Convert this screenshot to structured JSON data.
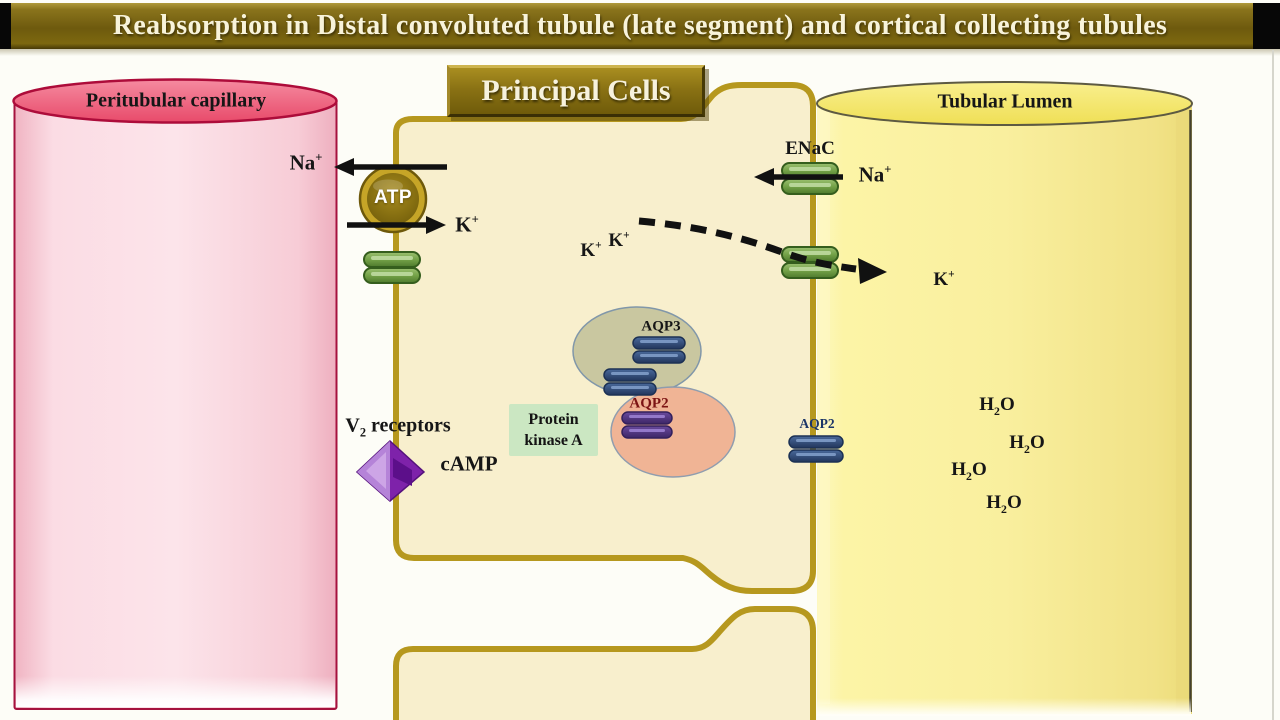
{
  "title": "Reabsorption in Distal convoluted tubule (late segment) and cortical collecting tubules",
  "compartments": {
    "capillary": "Peritubular capillary",
    "cell": "Principal Cells",
    "lumen": "Tubular Lumen"
  },
  "ions": {
    "na": {
      "base": "Na",
      "sup": "+"
    },
    "k": {
      "base": "K",
      "sup": "+"
    },
    "h2o": {
      "base": "H",
      "sub": "2",
      "rest": "O"
    }
  },
  "molecules": {
    "atp": "ATP",
    "enac": "ENaC",
    "aqp3": "AQP3",
    "aqp2_vesicle": "AQP2",
    "aqp2_apical": "AQP2",
    "camp": "cAMP",
    "pka_line1": "Protein",
    "pka_line2": "kinase A",
    "v2": {
      "base": "V",
      "sub": "2",
      "rest": " receptors"
    }
  },
  "colors": {
    "title_bar_gold": "#6e5a0e",
    "cell_fill": "#f8efcd",
    "membrane_olive": "#b6981e",
    "capillary_body": "#f8d3dc",
    "capillary_top": "#ee5f7b",
    "lumen_body": "#f9ef9e",
    "lumen_top": "#f5e96e",
    "channel_green": "#6f9c44",
    "aqp_navy": "#32507e",
    "aqp2_purple": "#5a3a8c",
    "receptor_purple": "#8e2bbf",
    "pka_green": "#cbe7c2",
    "arrow_black": "#111111",
    "aqp2_label_red": "#7c1414"
  }
}
